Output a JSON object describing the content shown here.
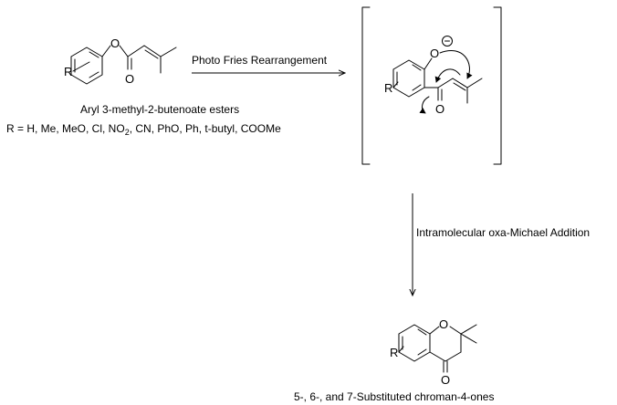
{
  "reactant": {
    "caption": "Aryl 3-methyl-2-butenoate esters",
    "substituents": {
      "prefix": "R = H, Me, MeO, Cl, NO",
      "subscript": "2",
      "suffix": ", CN, PhO, Ph, t-butyl, COOMe"
    },
    "atoms": {
      "ring_substituent": "R",
      "ester_oxygen": "O",
      "carbonyl_oxygen": "O"
    }
  },
  "step1": {
    "label": "Photo Fries Rearrangement"
  },
  "intermediate": {
    "atoms": {
      "phenoxide_oxygen": "O",
      "charge": "−",
      "ring_substituent": "R",
      "carbonyl_oxygen": "O"
    }
  },
  "step2": {
    "label": "Intramolecular oxa-Michael Addition"
  },
  "product": {
    "caption": "5-, 6-, and 7-Substituted chroman-4-ones",
    "atoms": {
      "ring_oxygen": "O",
      "ring_substituent": "R",
      "carbonyl_oxygen": "O"
    }
  }
}
